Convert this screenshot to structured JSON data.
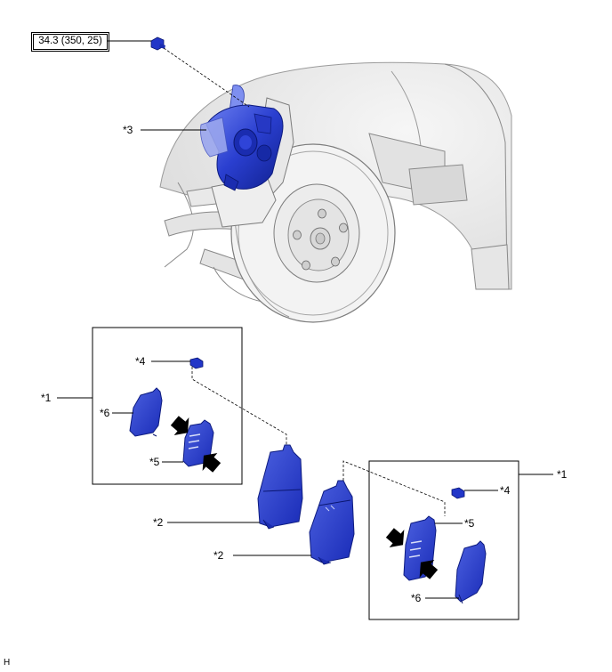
{
  "torque": {
    "value": "34.3 (350, 25)"
  },
  "callouts": {
    "c3": "*3",
    "c4_left": "*4",
    "c1_left": "*1",
    "c6_left": "*6",
    "c5_left": "*5",
    "c2_upper": "*2",
    "c2_lower": "*2",
    "c1_right": "*1",
    "c4_right": "*4",
    "c5_right": "*5",
    "c6_right": "*6"
  },
  "footer": {
    "code": "H"
  },
  "colors": {
    "part_blue": "#1f33c8",
    "part_blue_dark": "#10208f",
    "part_blue_light": "#5a6ee8",
    "gray_line": "#8a8a8a",
    "gray_fill": "#eeeeee"
  }
}
